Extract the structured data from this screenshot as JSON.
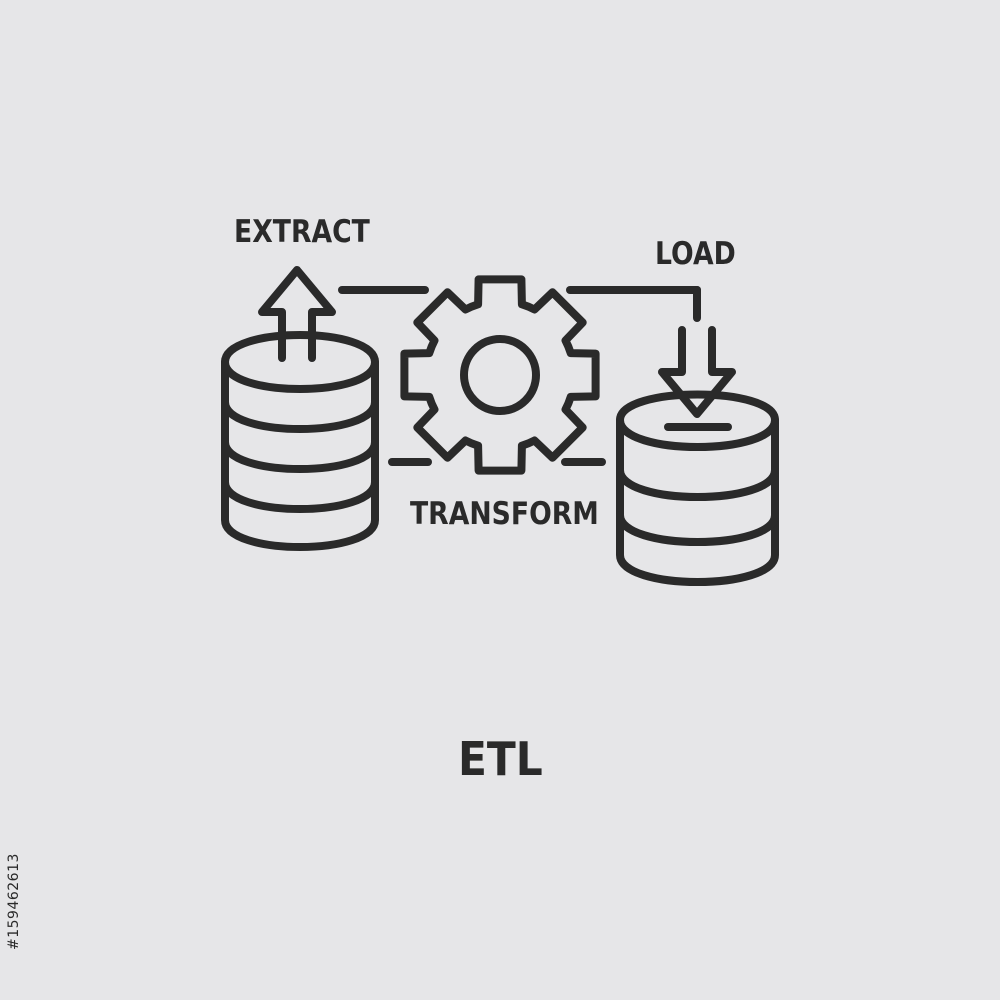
{
  "title": "ETL",
  "labels": {
    "extract": "EXTRACT",
    "transform": "TRANSFORM",
    "load": "LOAD"
  },
  "stock_id": "#159462613",
  "colors": {
    "background": "#e6e6e8",
    "stroke": "#2a2a2a"
  },
  "icons": [
    "database-source-icon",
    "upload-arrow-icon",
    "gear-icon",
    "database-target-icon",
    "download-arrow-icon"
  ]
}
